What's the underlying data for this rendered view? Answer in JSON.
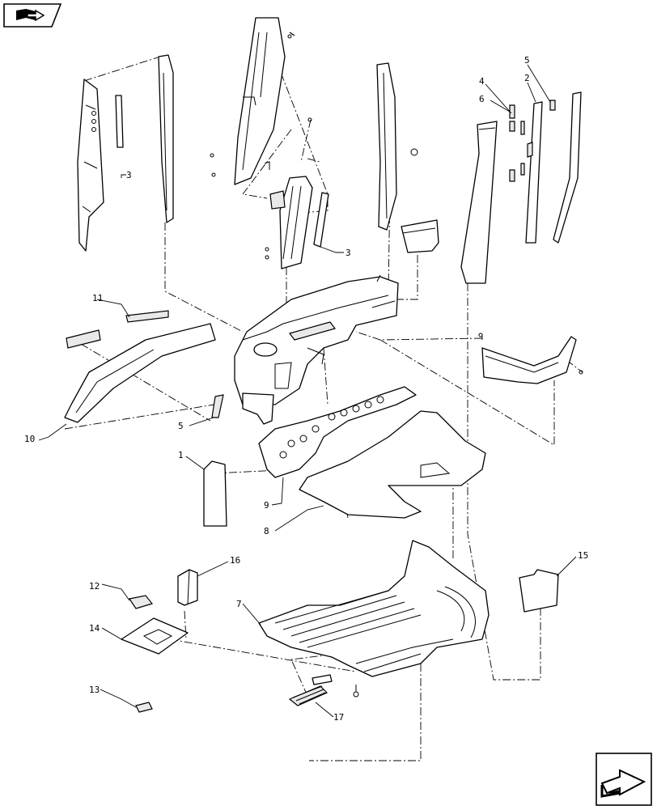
{
  "nav": {
    "top_icon": "book-arrow-icon",
    "bottom_icon": "next-arrow-icon"
  },
  "callouts": {
    "c1": "1",
    "c2": "2",
    "c3a": "3",
    "c3b": "3",
    "c4": "4",
    "c5a": "5",
    "c5b": "5",
    "c6": "6",
    "c7": "7",
    "c8": "8",
    "c9": "9",
    "c10": "10",
    "c11": "11",
    "c12": "12",
    "c13": "13",
    "c14": "14",
    "c15": "15",
    "c16": "16",
    "c17": "17"
  }
}
